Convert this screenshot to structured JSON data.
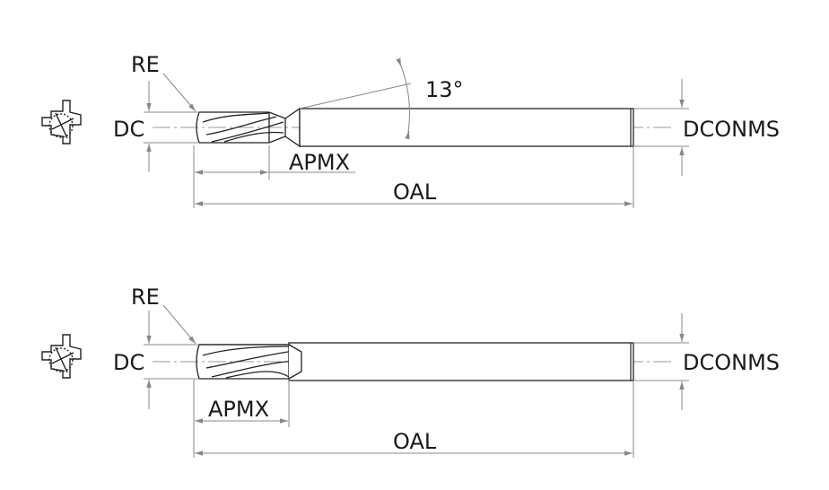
{
  "drawing_1": {
    "re": "RE",
    "dc": "DC",
    "apmx": "APMX",
    "oal": "OAL",
    "angle": "13°",
    "dconms": "DCONMS"
  },
  "drawing_2": {
    "re": "RE",
    "dc": "DC",
    "apmx": "APMX",
    "oal": "OAL",
    "dconms": "DCONMS"
  }
}
